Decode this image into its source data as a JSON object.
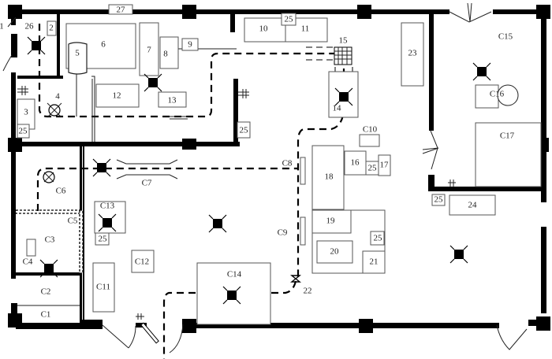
{
  "title": "Facility floor plan",
  "equipment_labels": {
    "n1": "1",
    "n2": "2",
    "n3": "3",
    "n4": "4",
    "n5": "5",
    "n6": "6",
    "n7": "7",
    "n8": "8",
    "n9": "9",
    "n10": "10",
    "n11": "11",
    "n12": "12",
    "n13": "13",
    "n14": "14",
    "n15": "15",
    "n16": "16",
    "n17": "17",
    "n18": "18",
    "n19": "19",
    "n20": "20",
    "n21": "21",
    "n22": "22",
    "n23": "23",
    "n24": "24",
    "n25": "25",
    "n26": "26",
    "n27": "27"
  },
  "zone_labels": {
    "c1": "C1",
    "c2": "C2",
    "c3": "C3",
    "c4": "C4",
    "c5": "C5",
    "c6": "C6",
    "c7": "C7",
    "c8": "C8",
    "c9": "C9",
    "c10": "C10",
    "c11": "C11",
    "c12": "C12",
    "c13": "C13",
    "c14": "C14",
    "c15": "C15",
    "c16": "C16",
    "c17": "C17"
  },
  "legend_icons": [
    "ceiling-light-icon",
    "fan-icon",
    "valve-icon",
    "grid-vent-icon",
    "door-swing-icon"
  ]
}
